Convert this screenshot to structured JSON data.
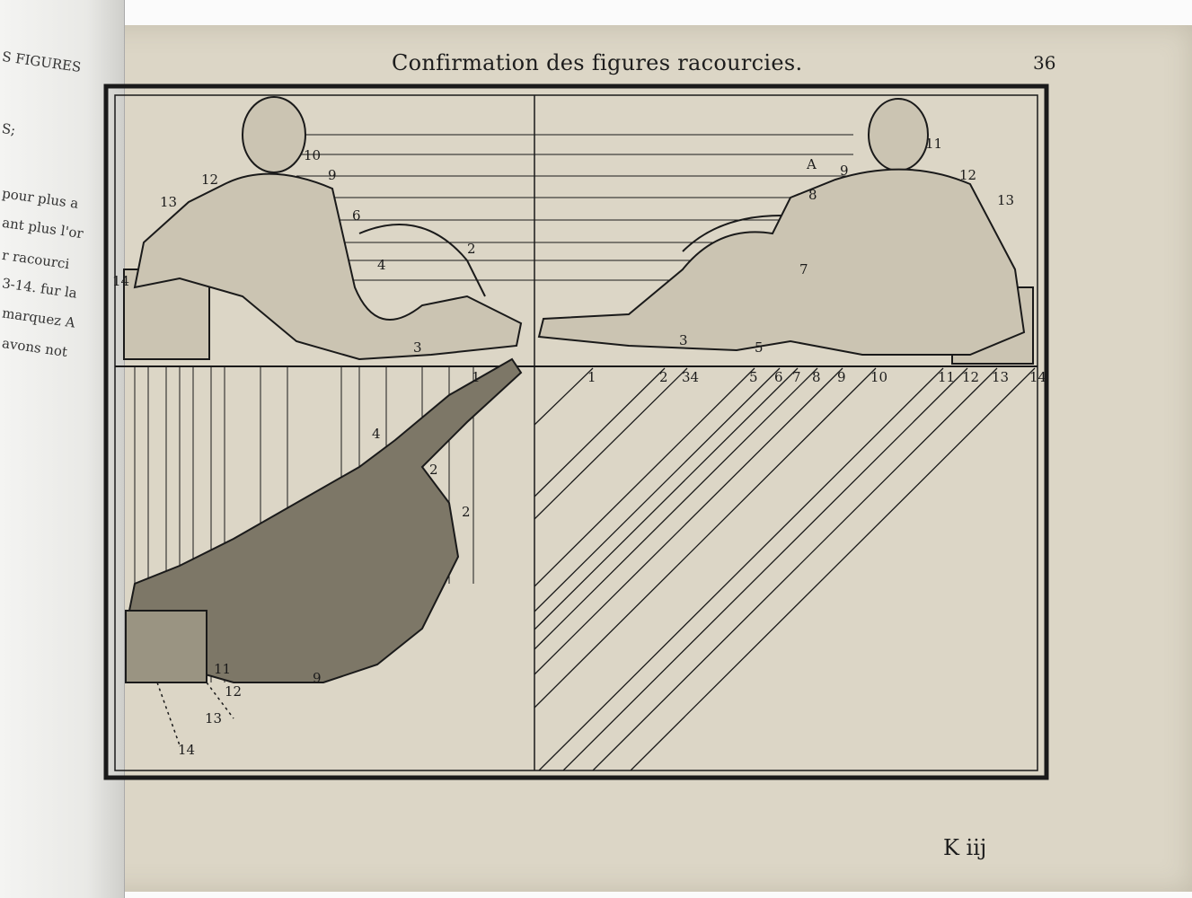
{
  "page": {
    "running_title": "Confirmation des figures racourcies.",
    "folio": "36",
    "signature": "K iij"
  },
  "left_page": {
    "lines": [
      "S FIGURES",
      "S;",
      "pour plus a",
      "ant plus l'or",
      "r racourci",
      "3-14. fur la",
      "marquez A",
      "avons not"
    ]
  },
  "woodcut": {
    "figure_label": "A",
    "baseline_scale": [
      "1",
      "2",
      "34",
      "5",
      "6",
      "7",
      "8",
      "9",
      "10",
      "11",
      "12",
      "13",
      "14"
    ],
    "left_scale": [
      "1"
    ],
    "figure_numbers_left": [
      "10",
      "9",
      "12",
      "13",
      "6",
      "4",
      "2",
      "3",
      "14"
    ],
    "figure_numbers_right": [
      "11",
      "9",
      "12",
      "13",
      "8",
      "7",
      "3",
      "5"
    ],
    "lower_figure_numbers": [
      "4",
      "2",
      "2",
      "9",
      "11",
      "12",
      "13",
      "14"
    ]
  }
}
